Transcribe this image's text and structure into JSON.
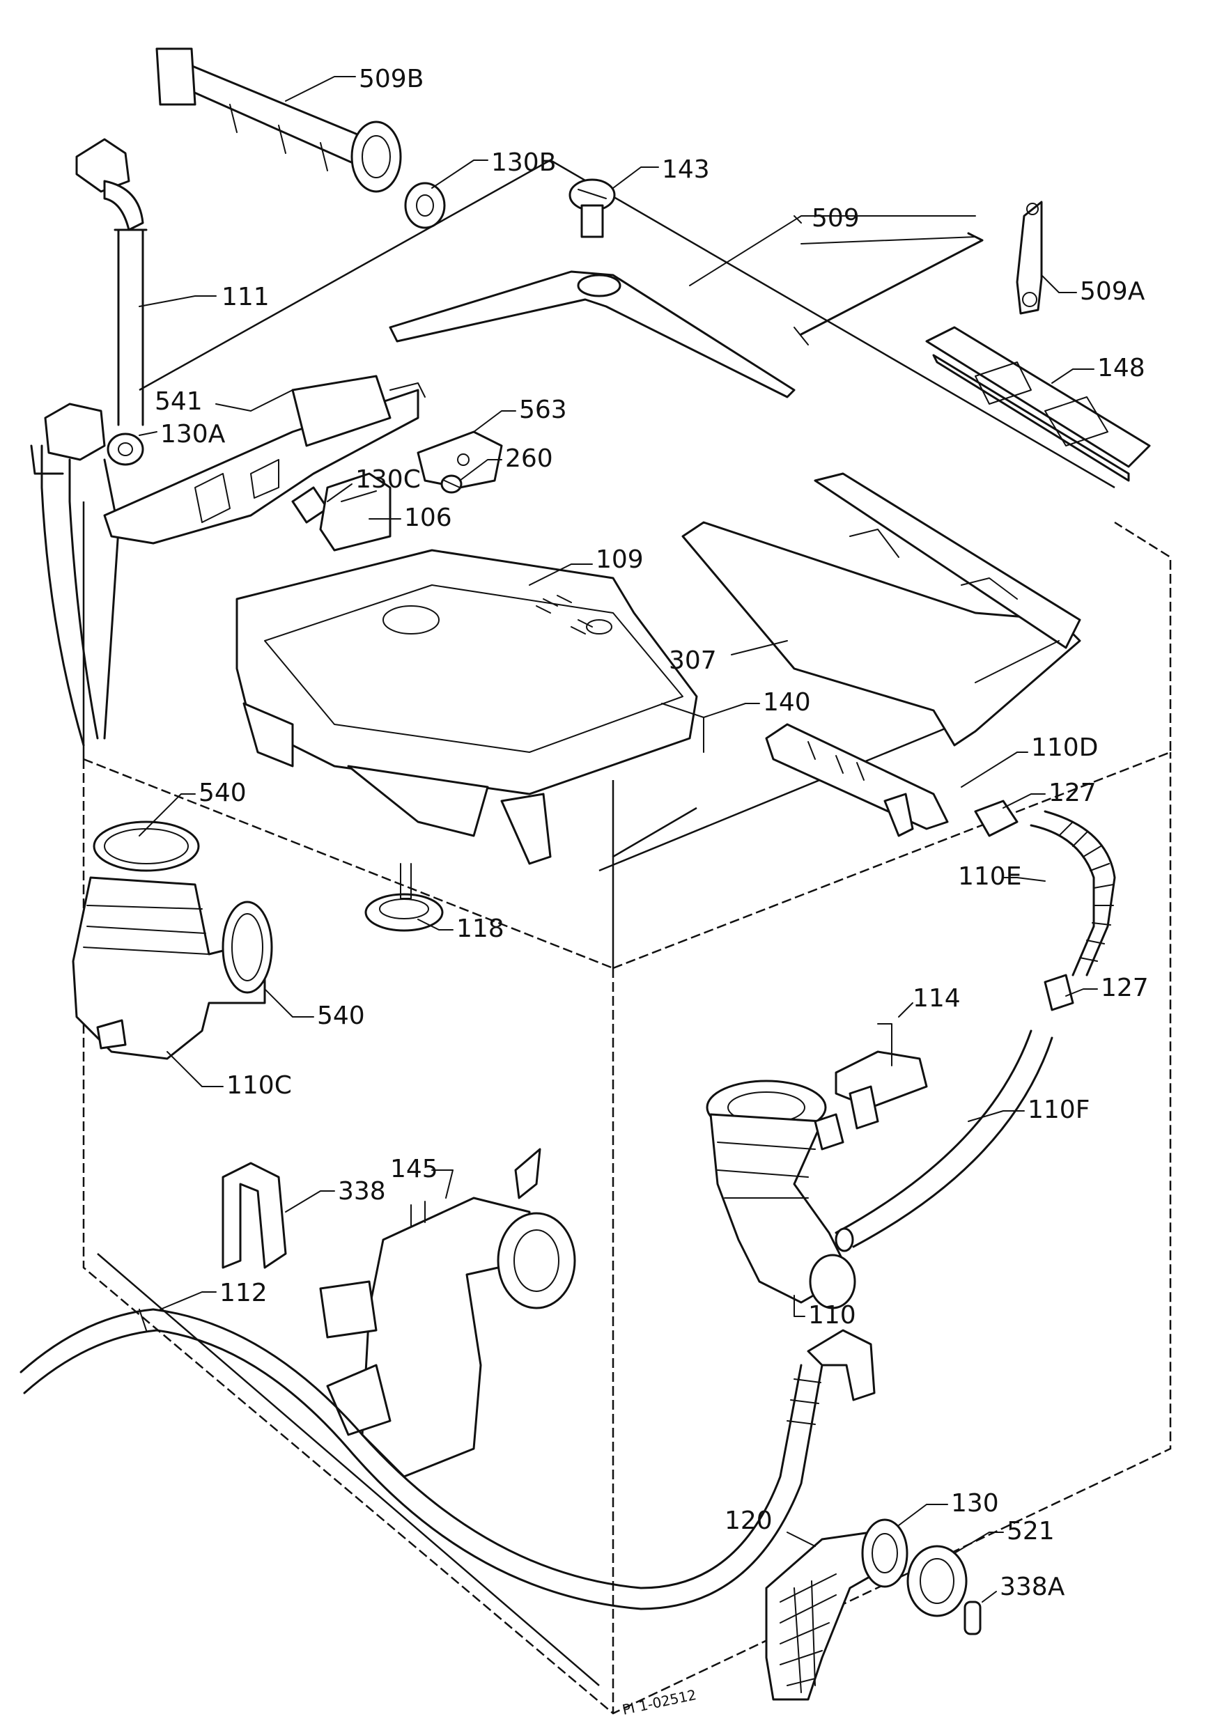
{
  "drawing_code": "PI 1-02512",
  "labels": [
    {
      "id": "509B",
      "text": "509B"
    },
    {
      "id": "130B",
      "text": "130B"
    },
    {
      "id": "143",
      "text": "143"
    },
    {
      "id": "509",
      "text": "509"
    },
    {
      "id": "509A",
      "text": "509A"
    },
    {
      "id": "111",
      "text": "111"
    },
    {
      "id": "541",
      "text": "541"
    },
    {
      "id": "130A",
      "text": "130A"
    },
    {
      "id": "563",
      "text": "563"
    },
    {
      "id": "148",
      "text": "148"
    },
    {
      "id": "260",
      "text": "260"
    },
    {
      "id": "130C",
      "text": "130C"
    },
    {
      "id": "106",
      "text": "106"
    },
    {
      "id": "109",
      "text": "109"
    },
    {
      "id": "307",
      "text": "307"
    },
    {
      "id": "140",
      "text": "140"
    },
    {
      "id": "110D",
      "text": "110D"
    },
    {
      "id": "540a",
      "text": "540"
    },
    {
      "id": "127a",
      "text": "127"
    },
    {
      "id": "110E",
      "text": "110E"
    },
    {
      "id": "118",
      "text": "118"
    },
    {
      "id": "540b",
      "text": "540"
    },
    {
      "id": "127b",
      "text": "127"
    },
    {
      "id": "114",
      "text": "114"
    },
    {
      "id": "110C",
      "text": "110C"
    },
    {
      "id": "110F",
      "text": "110F"
    },
    {
      "id": "145",
      "text": "145"
    },
    {
      "id": "338",
      "text": "338"
    },
    {
      "id": "110",
      "text": "110"
    },
    {
      "id": "112",
      "text": "112"
    },
    {
      "id": "130",
      "text": "130"
    },
    {
      "id": "120",
      "text": "120"
    },
    {
      "id": "521",
      "text": "521"
    },
    {
      "id": "338A",
      "text": "338A"
    }
  ]
}
